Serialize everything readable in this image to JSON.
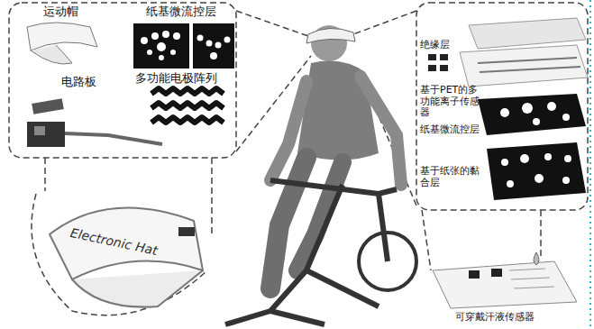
{
  "diagram": {
    "labels": [
      "运动帽",
      "纸基微流控层",
      "电路板",
      "多功能电极阵列",
      "绝缘层",
      "基于PET的多功能离子传感器",
      "纸基微流控层",
      "基于纸张的黏合层",
      "Electronic Hat",
      "可穿戴汗液传感器"
    ]
  }
}
